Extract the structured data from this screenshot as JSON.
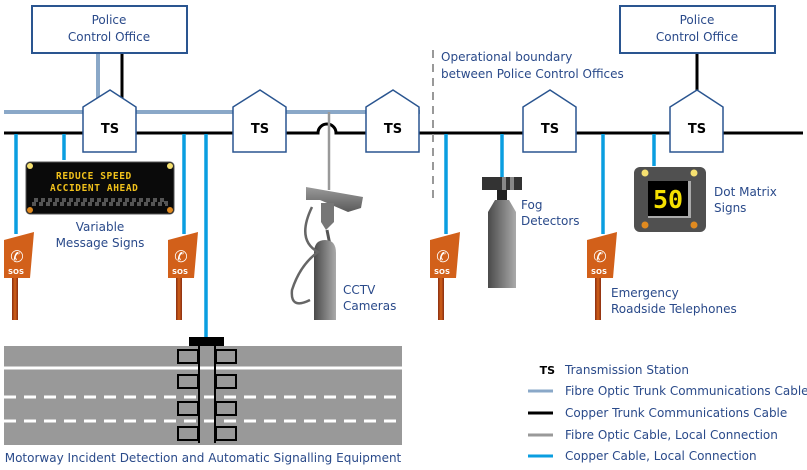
{
  "offices": [
    {
      "line1": "Police",
      "line2": "Control Office"
    },
    {
      "line1": "Police",
      "line2": "Control Office"
    }
  ],
  "stations": [
    {
      "label": "TS"
    },
    {
      "label": "TS"
    },
    {
      "label": "TS"
    },
    {
      "label": "TS"
    },
    {
      "label": "TS"
    }
  ],
  "boundary": {
    "line1": "Operational boundary",
    "line2": "between Police Control Offices"
  },
  "devices": {
    "vms": {
      "line1": "Variable",
      "line2": "Message Signs",
      "sign_row1": "REDUCE SPEED",
      "sign_row2": "ACCIDENT AHEAD"
    },
    "cctv": {
      "line1": "CCTV",
      "line2": "Cameras"
    },
    "fog": {
      "line1": "Fog",
      "line2": "Detectors"
    },
    "dot_matrix": {
      "line1": "Dot Matrix",
      "line2": "Signs",
      "display": "50"
    },
    "telephones": {
      "line1": "Emergency",
      "line2": "Roadside Telephones",
      "badge": "SOS"
    },
    "midas": {
      "label": "Motorway Incident Detection and Automatic Signalling Equipment"
    }
  },
  "legend": {
    "items": [
      {
        "key": "TS",
        "label": "Transmission Station"
      },
      {
        "swatch": "#8aa8c8",
        "label": "Fibre Optic Trunk Communications Cable"
      },
      {
        "swatch": "#000000",
        "label": "Copper Trunk Communications Cable"
      },
      {
        "swatch": "#999999",
        "label": "Fibre Optic Cable, Local Connection"
      },
      {
        "swatch": "#0a9ee0",
        "label": "Copper Cable, Local Connection"
      }
    ]
  },
  "colors": {
    "fibre_trunk": "#8aa8c8",
    "copper_trunk": "#000000",
    "fibre_local": "#999999",
    "copper_local": "#0a9ee0",
    "outline_blue": "#2a5590",
    "sos_orange": "#d2601a",
    "road_grey": "#999999"
  }
}
